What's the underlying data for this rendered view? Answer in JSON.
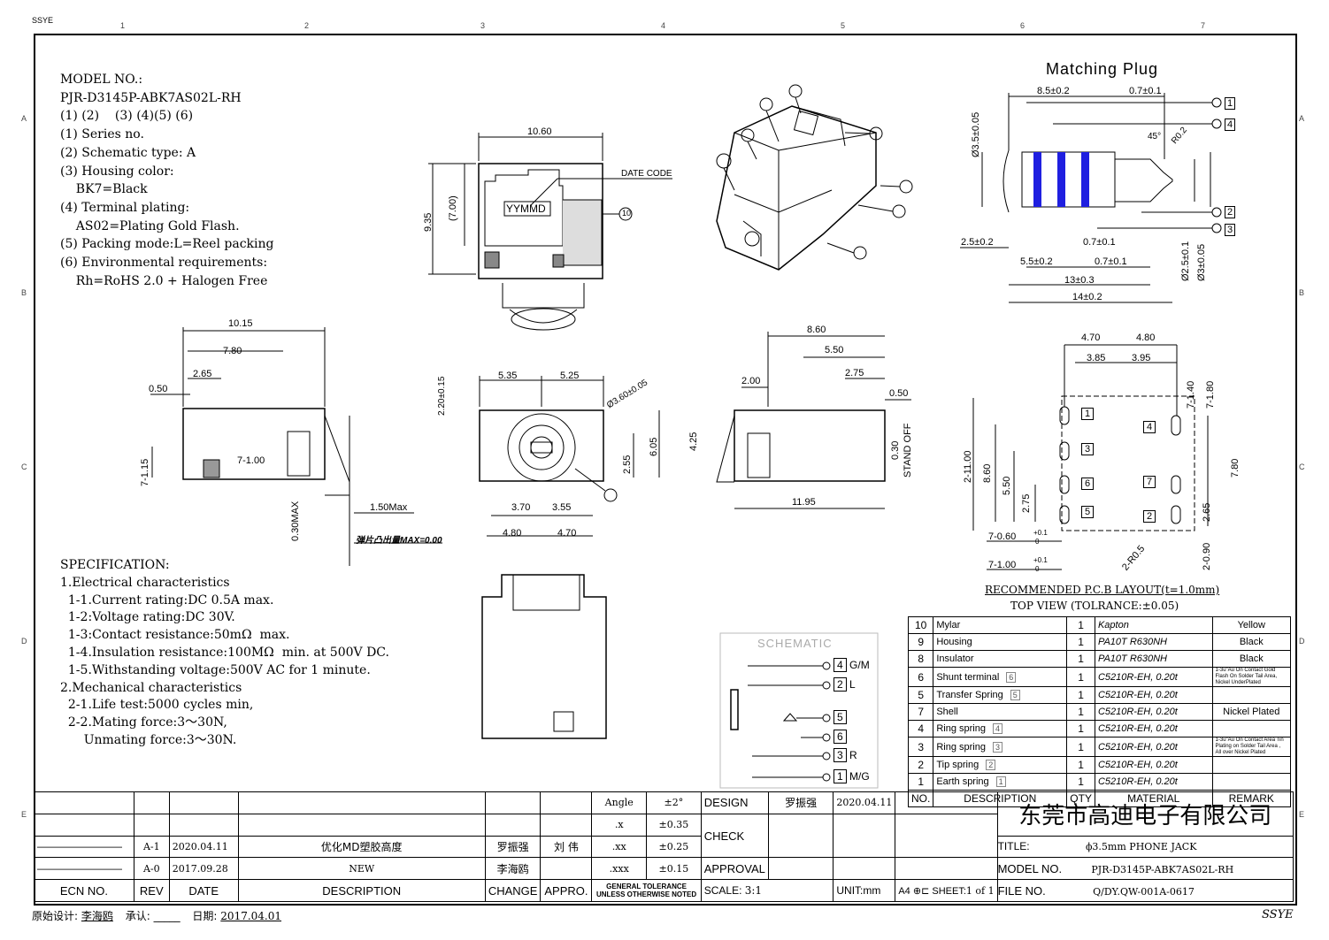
{
  "header_corner": "SSYE",
  "zones_top": [
    "1",
    "2",
    "3",
    "4",
    "5",
    "6",
    "7"
  ],
  "zones_side": [
    "A",
    "B",
    "C",
    "D",
    "E"
  ],
  "model": {
    "label": "MODEL NO.:",
    "code": "PJR-D3145P-ABK7AS02L-RH",
    "index_line": "(1) (2)    (3) (4)(5) (6)",
    "lines": [
      "(1) Series no.",
      "(2) Schematic type: A",
      "(3) Housing color:",
      "    BK7=Black",
      "(4) Terminal plating:",
      "    AS02=Plating Gold Flash.",
      "(5) Packing mode:L=Reel packing",
      "(6) Environmental requirements:",
      "    Rh=RoHS 2.0 + Halogen Free"
    ]
  },
  "spec": {
    "title": "SPECIFICATION:",
    "lines": [
      "1.Electrical characteristics",
      "  1-1.Current rating:DC 0.5A max.",
      "  1-2:Voltage rating:DC 30V.",
      "  1-3:Contact resistance:50mΩ  max.",
      "  1-4.Insulation resistance:100MΩ  min. at 500V DC.",
      "  1-5.Withstanding voltage:500V AC for 1 minute.",
      "2.Mechanical characteristics",
      "  2-1.Life test:5000 cycles min,",
      "  2-2.Mating force:3～30N,",
      "      Unmating force:3～30N."
    ]
  },
  "drawing": {
    "matching_plug": "Matching Plug",
    "date_code": "DATE CODE",
    "yymmd": "YYMMD",
    "stand_off": "STAND OFF",
    "spring_note": "弹片凸出量MAX=0.00",
    "pcb_title": "RECOMMENDED P.C.B LAYOUT(t=1.0mm)",
    "pcb_sub": "TOP VIEW (TOLRANCE:±0.05)",
    "schematic": "SCHEMATIC",
    "schematic_pins": [
      {
        "n": "4",
        "l": "G/M"
      },
      {
        "n": "2",
        "l": "L"
      },
      {
        "n": "5",
        "l": ""
      },
      {
        "n": "6",
        "l": ""
      },
      {
        "n": "3",
        "l": "R"
      },
      {
        "n": "1",
        "l": "M/G"
      }
    ],
    "top_dims": {
      "w": "10.60",
      "h": "9.35",
      "h2": "(7.00)"
    },
    "side_dims": [
      "10.15",
      "7.80",
      "2.65",
      "0.50",
      "7-1.15",
      "7-1.00",
      "0.30MAX",
      "1.50Max"
    ],
    "front_dims": [
      "5.35",
      "5.25",
      "Ø3.60±0.05",
      "2.20±0.15",
      "6.05",
      "2.55",
      "3.70",
      "3.55",
      "4.80",
      "4.70"
    ],
    "right_dims": [
      "8.60",
      "5.50",
      "2.00",
      "2.75",
      "0.50",
      "4.25",
      "0.30",
      "11.95"
    ],
    "plug_dims": [
      "8.5±0.2",
      "0.7±0.1",
      "Ø3.5±0.05",
      "45°",
      "R0.2",
      "2.5±0.2",
      "0.7±0.1",
      "5.5±0.2",
      "0.7±0.1",
      "13±0.3",
      "14±0.2",
      "Ø2.5±0.1",
      "Ø3±0.05"
    ],
    "pcb_dims": [
      "4.70",
      "4.80",
      "3.85",
      "3.95",
      "7-1.40",
      "7-1.80",
      "2-11.00",
      "8.60",
      "5.50",
      "2.75",
      "7.80",
      "2.65",
      "7-0.60",
      "+0.1",
      "0",
      "7-1.00",
      "+0.1",
      "0",
      "2-R0.5",
      "2-0.90"
    ]
  },
  "bom": {
    "headers": [
      "NO.",
      "DESCRIPTION",
      "QTY",
      "MATERIAL",
      "REMARK"
    ],
    "rows": [
      {
        "no": "10",
        "desc": "Mylar",
        "tag": "",
        "qty": "1",
        "mat": "Kapton",
        "rem": "Yellow"
      },
      {
        "no": "9",
        "desc": "Housing",
        "tag": "",
        "qty": "1",
        "mat": "PA10T R630NH",
        "rem": "Black"
      },
      {
        "no": "8",
        "desc": "Insulator",
        "tag": "",
        "qty": "1",
        "mat": "PA10T R630NH",
        "rem": "Black"
      },
      {
        "no": "6",
        "desc": "Shunt terminal",
        "tag": "6",
        "qty": "1",
        "mat": "C5210R-EH, 0.20t",
        "rem": "1-3u\"Au On Contact Gold Flash On Solder Tail Area, Nickel UnderPlated"
      },
      {
        "no": "5",
        "desc": "Transfer Spring",
        "tag": "5",
        "qty": "1",
        "mat": "C5210R-EH, 0.20t",
        "rem": ""
      },
      {
        "no": "7",
        "desc": "Shell",
        "tag": "",
        "qty": "1",
        "mat": "C5210R-EH, 0.20t",
        "rem": "Nickel Plated"
      },
      {
        "no": "4",
        "desc": "Ring spring",
        "tag": "4",
        "qty": "1",
        "mat": "C5210R-EH, 0.20t",
        "rem": ""
      },
      {
        "no": "3",
        "desc": "Ring spring",
        "tag": "3",
        "qty": "1",
        "mat": "C5210R-EH, 0.20t",
        "rem": "1-3u\"Au On Contact Area Tin Plating on Solder Tail Area , All over Nickel Plated"
      },
      {
        "no": "2",
        "desc": "Tip spring",
        "tag": "2",
        "qty": "1",
        "mat": "C5210R-EH, 0.20t",
        "rem": ""
      },
      {
        "no": "1",
        "desc": "Earth spring",
        "tag": "1",
        "qty": "1",
        "mat": "C5210R-EH, 0.20t",
        "rem": ""
      }
    ]
  },
  "revisions": {
    "headers": [
      "ECN NO.",
      "REV",
      "DATE",
      "DESCRIPTION",
      "CHANGE",
      "APPRO."
    ],
    "rows": [
      {
        "rev": "A-1",
        "date": "2020.04.11",
        "desc": "优化MD塑胶高度",
        "change": "罗振强",
        "appro": "刘 伟"
      },
      {
        "rev": "A-0",
        "date": "2017.09.28",
        "desc": "NEW",
        "change": "李海鸥",
        "appro": ""
      }
    ]
  },
  "tolerance": {
    "angle_label": "Angle",
    "angle": "±2°",
    "rows": [
      {
        "k": ".x",
        "v": "±0.35"
      },
      {
        "k": ".xx",
        "v": "±0.25"
      },
      {
        "k": ".xxx",
        "v": "±0.15"
      }
    ],
    "note": "GENERAL TOLERANCE UNLESS OTHERWISE NOTED"
  },
  "signoff": {
    "design": "DESIGN",
    "designer": "罗振强",
    "design_date": "2020.04.11",
    "check": "CHECK",
    "approval": "APPROVAL"
  },
  "title_block": {
    "company": "东莞市高迪电子有限公司",
    "title_label": "TITLE:",
    "title": "ϕ3.5mm PHONE JACK",
    "model_label": "MODEL NO.",
    "model": "PJR-D3145P-ABK7AS02L-RH",
    "file_label": "FILE NO.",
    "file": "Q/DY.QW-001A-0617",
    "scale_label": "SCALE:",
    "scale": "3:1",
    "unit_label": "UNIT:",
    "unit": "mm",
    "size": "A4",
    "sheet_label": "SHEET:",
    "sheet": "1 of 1"
  },
  "footer": {
    "original_label": "原始设计:",
    "original": "李海鸥",
    "accept_label": "承认:",
    "accept": "_____",
    "date_label": "日期:",
    "date": "2017.04.01",
    "brand": "SSYE"
  }
}
